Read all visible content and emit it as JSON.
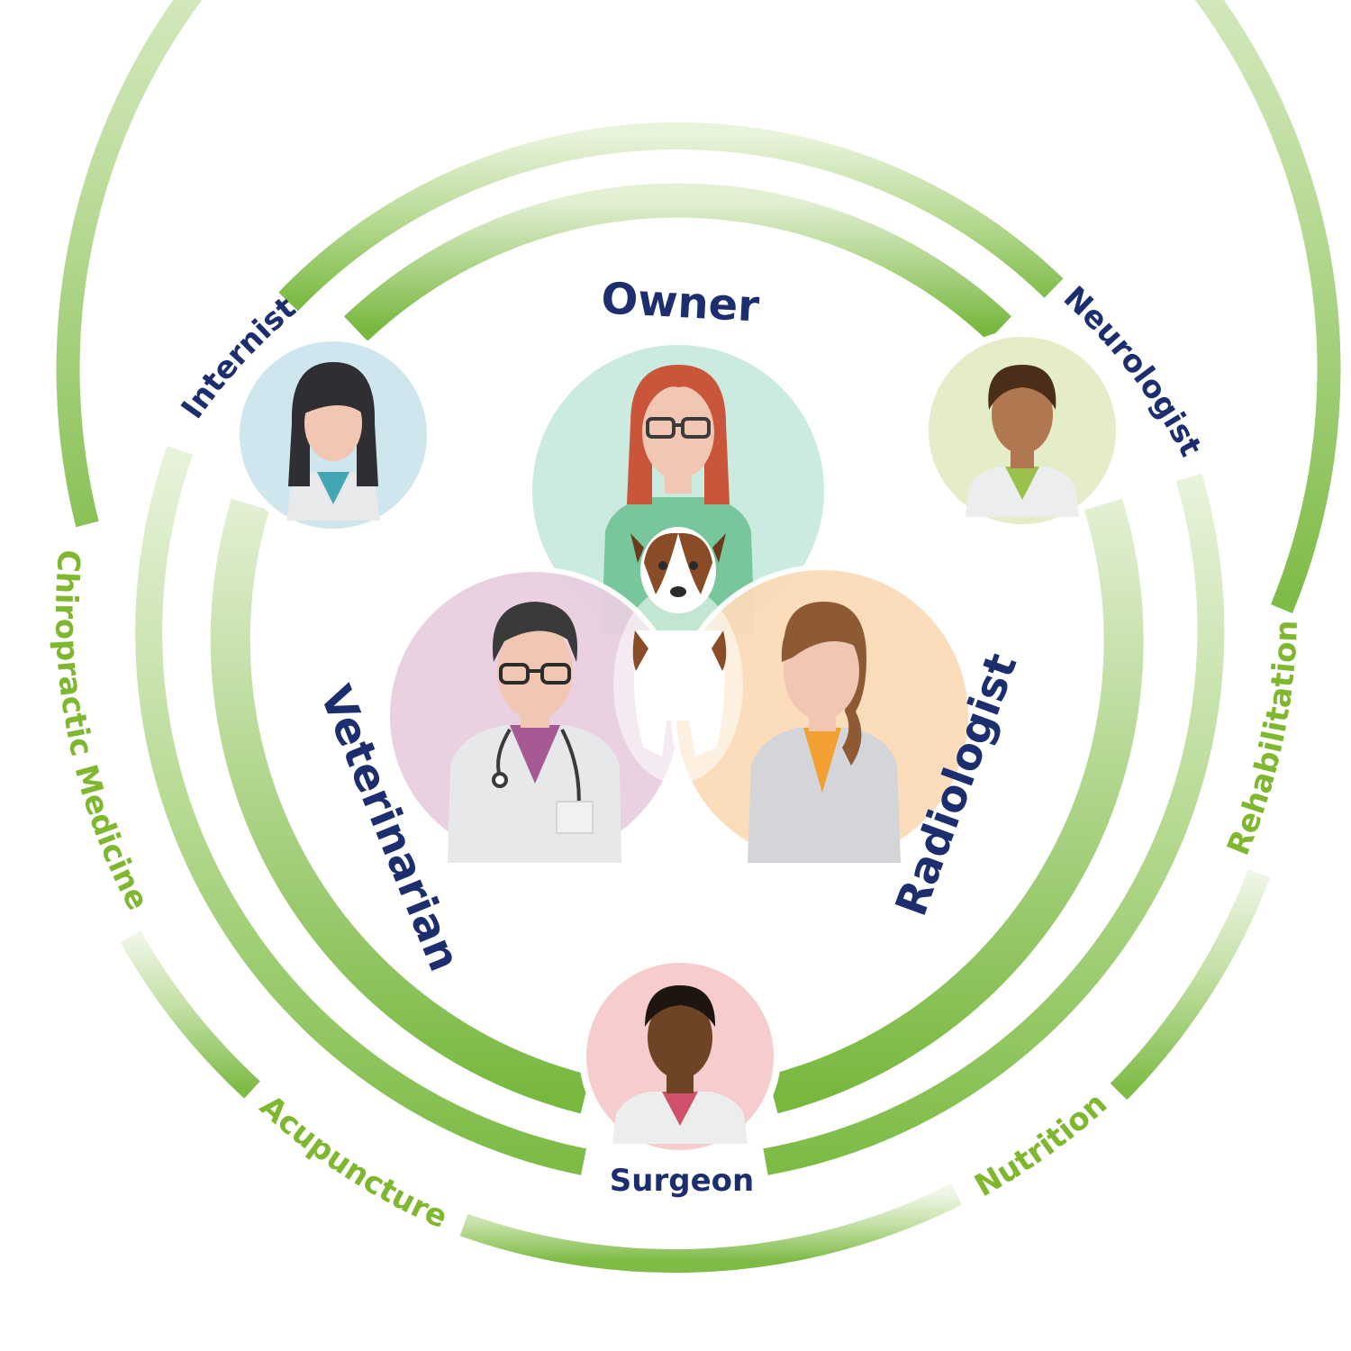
{
  "core_team": {
    "owner": "Owner",
    "veterinarian": "Veterinarian",
    "radiologist": "Radiologist"
  },
  "specialists": {
    "internist": "Internist",
    "neurologist": "Neurologist",
    "surgeon": "Surgeon"
  },
  "alternative_care": {
    "chiropractic": "Chiropractic Medicine",
    "rehabilitation": "Rehabilitation",
    "acupuncture": "Acupuncture",
    "nutrition": "Nutrition"
  },
  "colors": {
    "ring_green": "#7dbb46",
    "label_navy": "#1c2e6e",
    "label_green": "#7fb72f",
    "owner_circle": "#c9e9df",
    "veterinarian_circle": "#e8cfe0",
    "radiologist_circle": "#fbdcb9",
    "internist_circle": "#cfe6ee",
    "neurologist_circle": "#e5ecc8",
    "surgeon_circle": "#f6cccc"
  }
}
